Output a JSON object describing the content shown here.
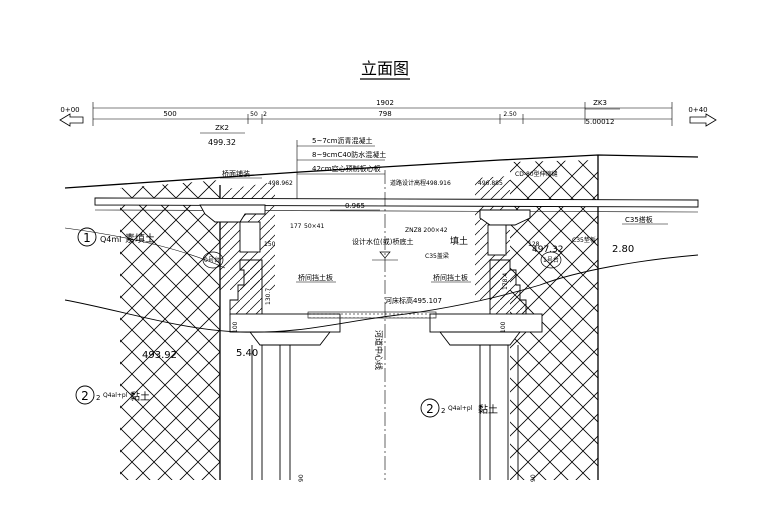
{
  "title": "立面图",
  "chainage": {
    "left": "0+00",
    "right": "0+40"
  },
  "dimensions": {
    "total": "1902",
    "left_span": "500",
    "small_a": "50",
    "small_b": "2",
    "mid_span": "798",
    "small_c": "2.50",
    "right_span": "5.00012"
  },
  "boreholes": {
    "zk2": {
      "name": "ZK2",
      "elevation": "499.32"
    },
    "zk3": {
      "name": "ZK3",
      "elevation": "5.00012"
    }
  },
  "pavement_notes": [
    "5~7cm沥青混凝土",
    "8~9cmC40防水混凝土",
    "42cm空心预制板心板"
  ],
  "labels": {
    "bridge_deck_left": "桥面铺装",
    "bridge_deck_right": "CD-80型伸缩缝",
    "elev_left": "498.962",
    "elev_road": "道路设计高程498.916",
    "elev_right": "496.885",
    "slope": "0.965",
    "slab_dim": "50×41",
    "slab_dim_b": "177",
    "water_level": "设计水位(或)桥底土",
    "water_label_right": "填土",
    "plate_label": "ZNZ8 200×42",
    "c35_top": "C35盖梁",
    "c35_right": "C35垫板",
    "c35_slab": "C35搭板",
    "dim_150": "150",
    "dim_128": "128",
    "abut_left": "0号台",
    "abut_right": "1号台",
    "retaining_left": "桥间挡土板",
    "retaining_right": "桥间挡土板",
    "riverbed": "河床标高495.107",
    "riverbed_elev_right": "497.32",
    "centerline": "河道中心线",
    "dim_130": "130.7",
    "dim_178": "178.4",
    "dim_100_left": "100",
    "dim_100_right": "100",
    "dim_90_left": "90",
    "dim_90_right": "90",
    "elev_493": "493.92",
    "depth_left": "5.40",
    "depth_right": "2.80"
  },
  "soil_layers": {
    "layer1_num": "1",
    "layer1_code": "Q4ml",
    "layer1_name": "素填土",
    "layer2_num": "2",
    "layer2_sub": "2",
    "layer2_code": "Q4al+pl",
    "layer2_name": "黏土",
    "layer2b_num": "2",
    "layer2b_sub": "2",
    "layer2b_code": "Q4al+pl",
    "layer2b_name": "黏土"
  }
}
